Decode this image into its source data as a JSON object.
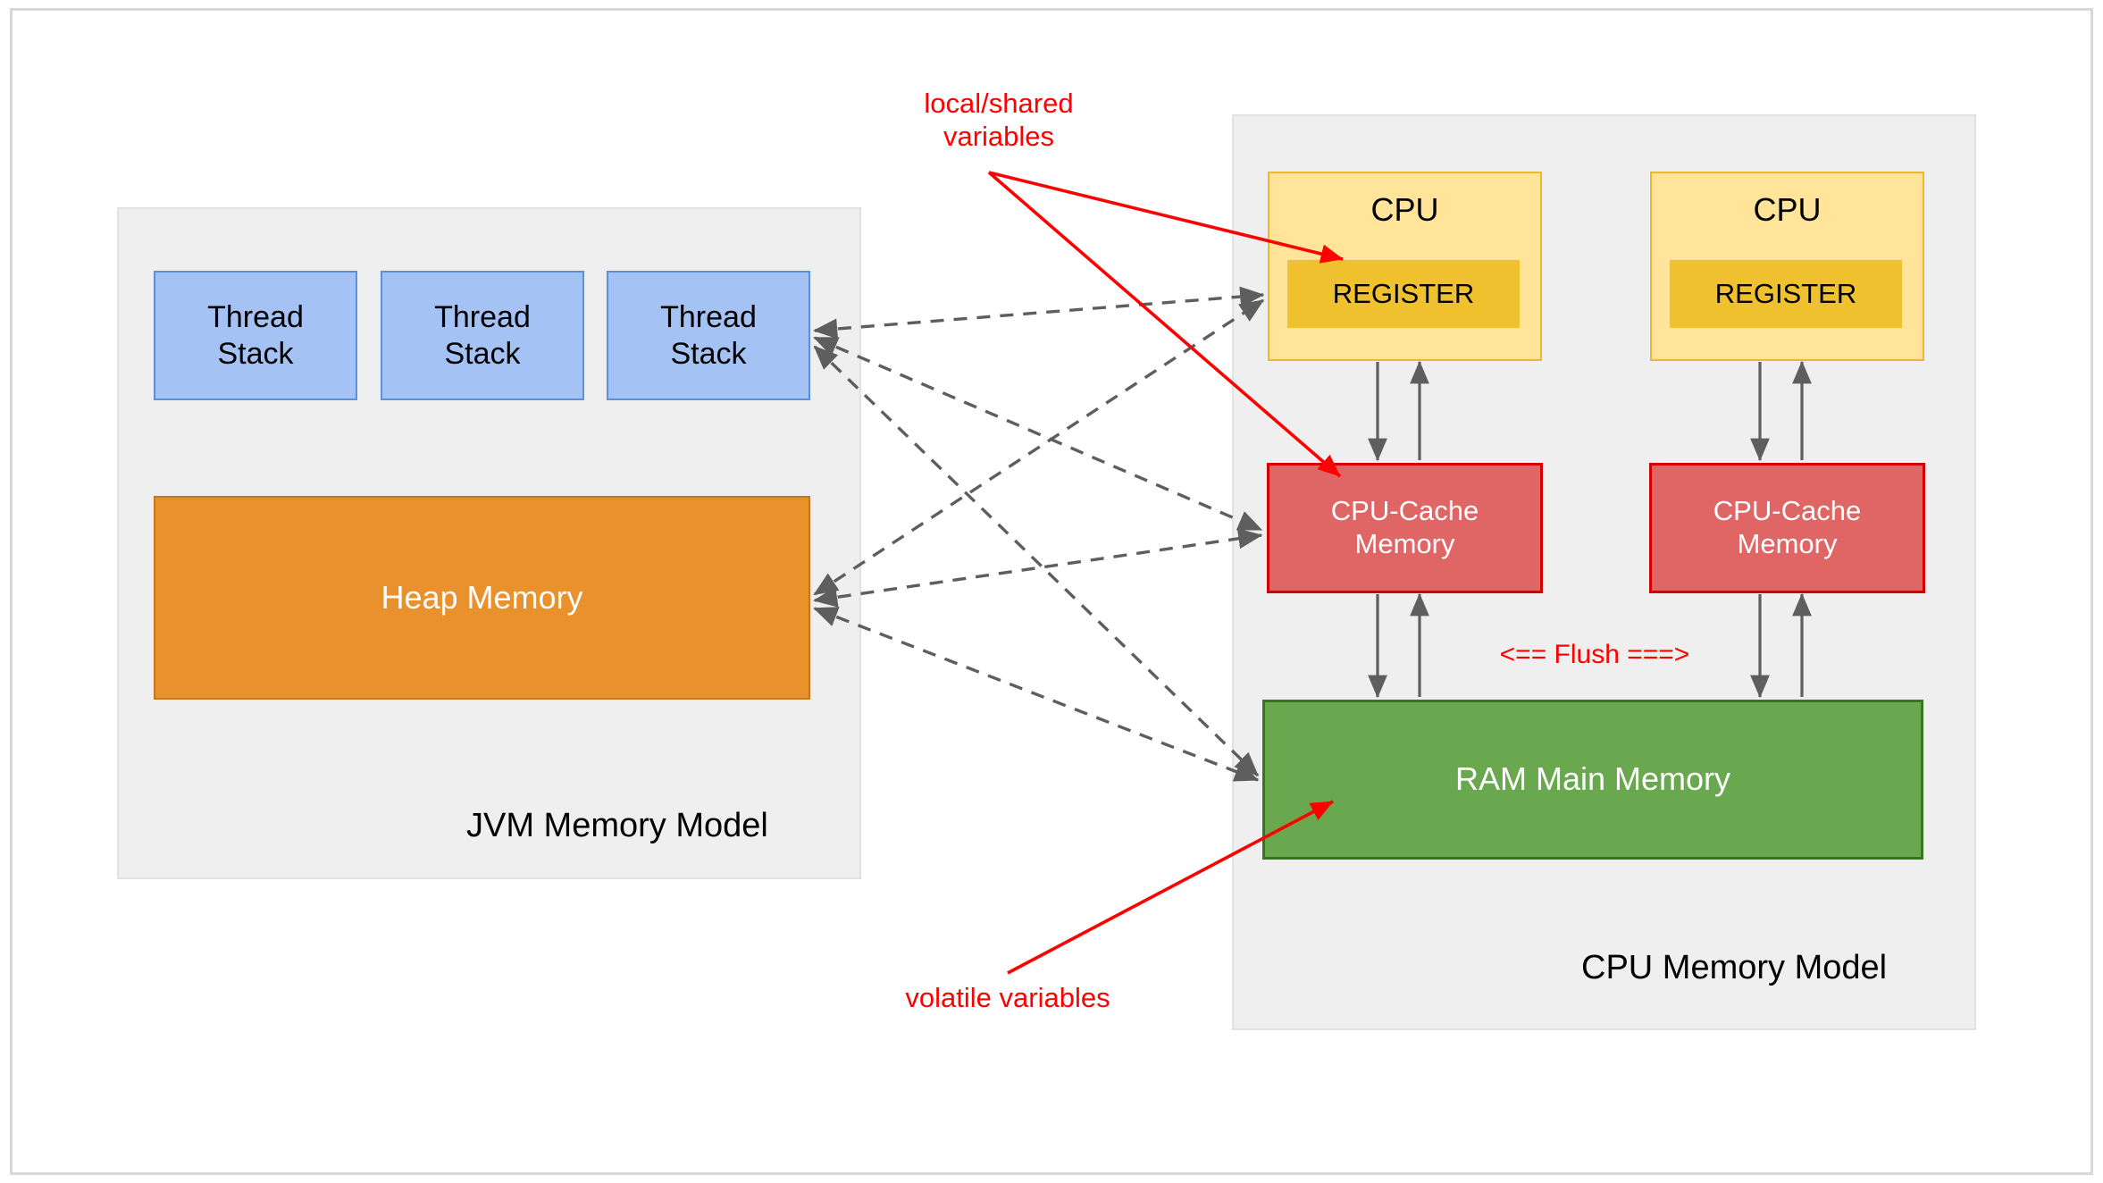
{
  "diagram": {
    "title_left": "JVM Memory Model",
    "title_right": "CPU Memory Model",
    "colors": {
      "thread_stack_fill": "#a4c2f4",
      "thread_stack_border": "#5b8fe0",
      "heap_fill": "#e8912d",
      "heap_border": "#c4781d",
      "cpu_fill": "#ffe499",
      "cpu_border": "#ecb731",
      "register_fill": "#f0c12e",
      "cache_fill": "#e06666",
      "cache_border": "#d40000",
      "ram_fill": "#69a84f",
      "ram_border": "#38761d",
      "container_fill": "#efefef",
      "container_border": "#e2e2e2",
      "annotation_red": "#ff0000",
      "connector_gray": "#5e5e5e"
    }
  },
  "jvm": {
    "caption": "JVM Memory Model",
    "thread_stacks": [
      {
        "label": "Thread\nStack"
      },
      {
        "label": "Thread\nStack"
      },
      {
        "label": "Thread\nStack"
      }
    ],
    "heap": {
      "label": "Heap Memory"
    }
  },
  "cpu": {
    "caption": "CPU Memory Model",
    "cores": [
      {
        "label": "CPU",
        "register": "REGISTER",
        "cache": "CPU-Cache\nMemory"
      },
      {
        "label": "CPU",
        "register": "REGISTER",
        "cache": "CPU-Cache\nMemory"
      }
    ],
    "ram": {
      "label": "RAM Main Memory"
    }
  },
  "annotations": {
    "local_shared": "local/shared\nvariables",
    "volatile": "volatile variables",
    "flush": "<== Flush ===>"
  }
}
